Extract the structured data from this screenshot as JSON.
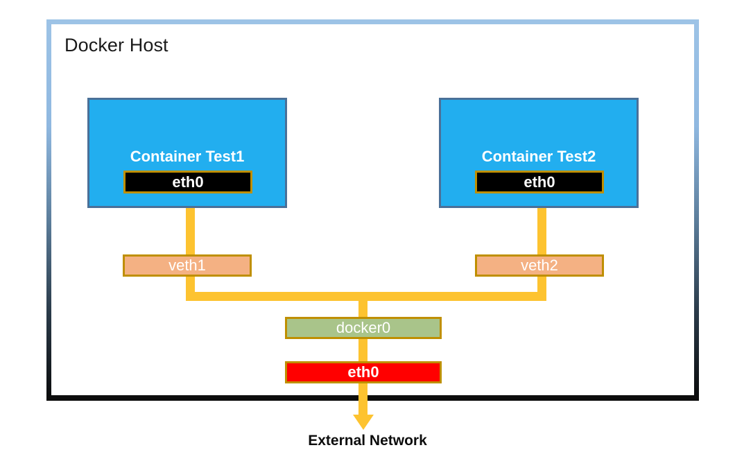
{
  "diagram": {
    "title": "Docker Host",
    "external_network_label": "External Network",
    "containers": [
      {
        "name": "Container Test1",
        "interface": "eth0"
      },
      {
        "name": "Container Test2",
        "interface": "eth0"
      }
    ],
    "veths": [
      {
        "label": "veth1"
      },
      {
        "label": "veth2"
      }
    ],
    "bridge": {
      "label": "docker0"
    },
    "host_interface": {
      "label": "eth0"
    }
  },
  "colors": {
    "container_fill": "#22AEEF",
    "container_border": "#4A7098",
    "container_eth_fill": "#000000",
    "node_border": "#BF8F00",
    "veth_fill": "#F4B183",
    "bridge_fill": "#A9C48A",
    "host_eth_fill": "#FF0000",
    "wire": "#FDC330",
    "host_frame_top": "#9DC3E6",
    "host_frame_bottom": "#0D0D0D",
    "text_light": "#FFFFFF",
    "text_dark": "#0D0D0D"
  }
}
